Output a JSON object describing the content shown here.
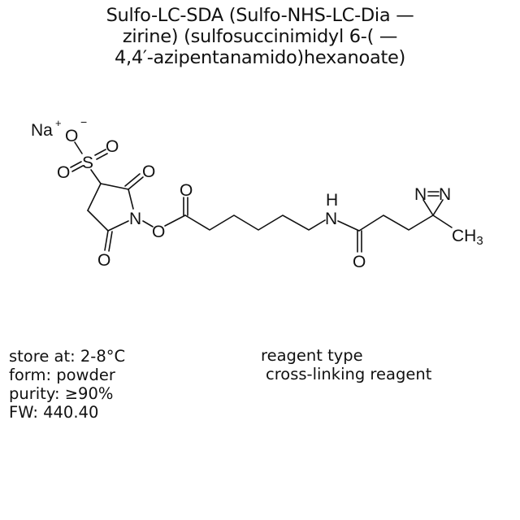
{
  "title": {
    "lines": [
      "Sulfo-LC-SDA (Sulfo-NHS-LC-Dia —",
      "zirine) (sulfosuccinimidyl 6-( —",
      "4,4′-azipentanamido)hexanoate)"
    ]
  },
  "structure": {
    "labels": {
      "counterion": "Na",
      "counterion_charge": "+",
      "sulfonate_o": "O",
      "sulfonate_o_charge": "−",
      "sulfur": "S",
      "sulfonyl_o1": "O",
      "sulfonyl_o2": "O",
      "ring_carbonyl_o_top": "O",
      "ring_carbonyl_o_bottom": "O",
      "imide_n": "N",
      "ester_o": "O",
      "ester_carbonyl_o": "O",
      "amide_h": "H",
      "amide_n": "N",
      "amide_carbonyl_o": "O",
      "diazirine_n1": "N",
      "diazirine_n2": "N",
      "methyl": "CH",
      "methyl_sub": "3"
    }
  },
  "info": {
    "storage": "store at: 2-8°C",
    "form": "form: powder",
    "purity": "purity: ≥90%",
    "fw": "FW: 440.40",
    "reagent_type_label": "reagent type",
    "reagent_type_value": "cross-linking reagent"
  },
  "colors": {
    "text": "#111111",
    "background": "#ffffff"
  }
}
